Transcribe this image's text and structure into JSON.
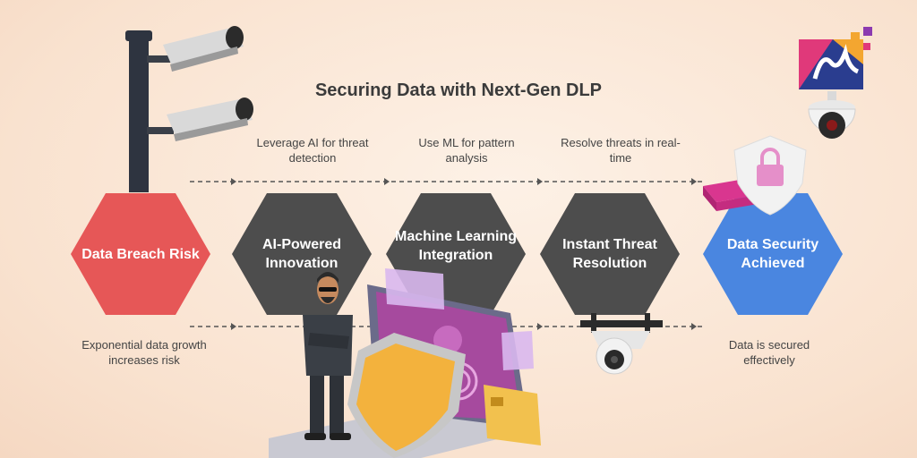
{
  "title": "Securing Data with Next-Gen DLP",
  "colors": {
    "start": "#e65757",
    "process": "#4d4d4d",
    "end": "#4a86e0",
    "connector": "#555555",
    "background": "#fbe9db"
  },
  "steps": [
    {
      "label": "Data Breach Risk",
      "caption": "Exponential data growth increases risk",
      "caption_position": "below"
    },
    {
      "label": "AI-Powered Innovation",
      "caption": "Leverage AI for threat detection",
      "caption_position": "above"
    },
    {
      "label": "Machine Learning Integration",
      "caption": "Use ML for pattern analysis",
      "caption_position": "above"
    },
    {
      "label": "Instant Threat Resolution",
      "caption": "Resolve threats in real-time",
      "caption_position": "above"
    },
    {
      "label": "Data Security Achieved",
      "caption": "Data is secured effectively",
      "caption_position": "below"
    }
  ],
  "illustrations": [
    "cctv-camera-icon",
    "dome-camera-icon",
    "padlock-shield-icon",
    "hacker-figure-icon",
    "laptop-fingerprint-icon",
    "security-shield-icon",
    "brand-logo-icon"
  ]
}
